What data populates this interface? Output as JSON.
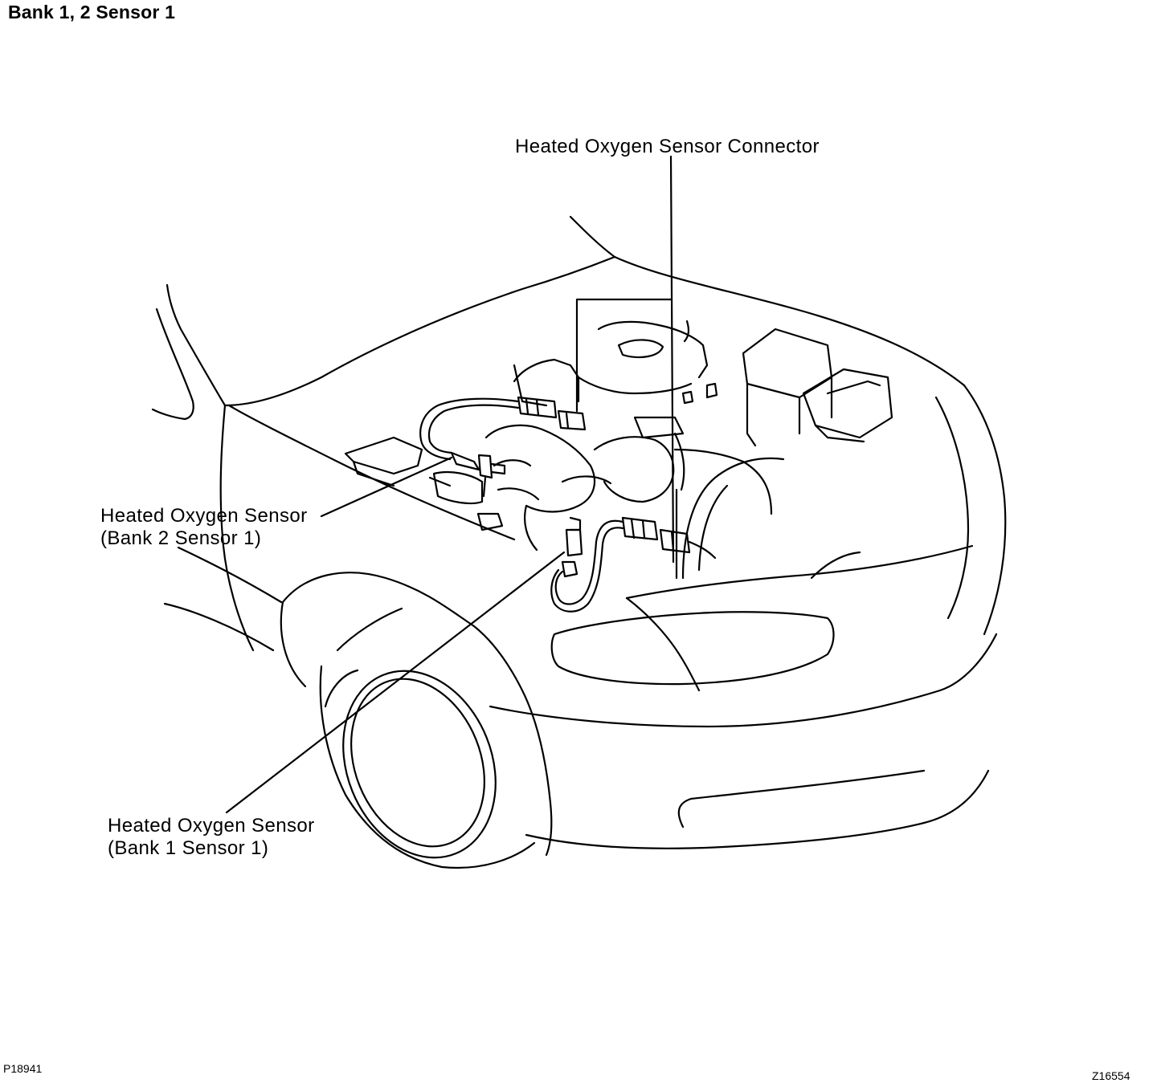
{
  "header": {
    "title": "Bank 1, 2 Sensor 1"
  },
  "callouts": {
    "connector": {
      "line1": "Heated Oxygen Sensor Connector"
    },
    "bank2_sensor": {
      "line1": "Heated Oxygen Sensor",
      "line2": "(Bank 2 Sensor 1)"
    },
    "bank1_sensor": {
      "line1": "Heated Oxygen Sensor",
      "line2": "(Bank 1 Sensor 1)"
    }
  },
  "footer": {
    "left_code": "P18941",
    "right_code": "Z16554"
  },
  "colors": {
    "ink": "#000000",
    "paper": "#ffffff"
  }
}
